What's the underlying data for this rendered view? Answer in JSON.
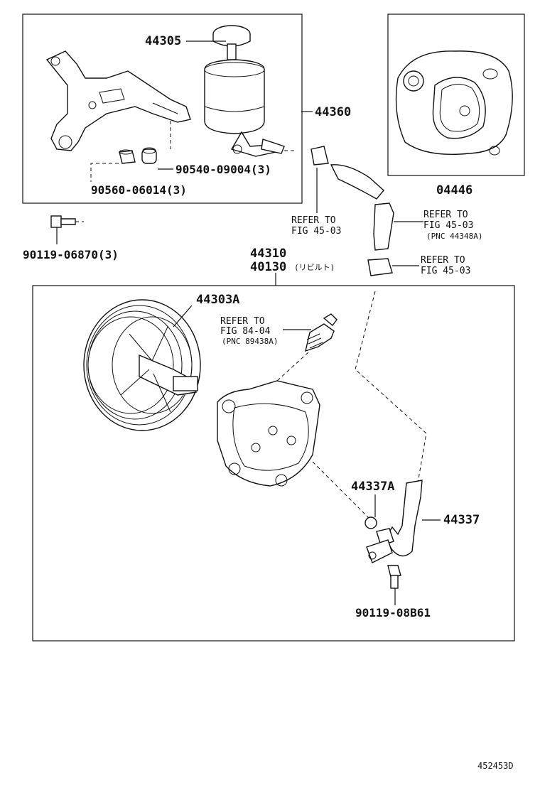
{
  "parts": {
    "p44305": "44305",
    "p44360": "44360",
    "p90540": "90540-09004(3)",
    "p90560": "90560-06014(3)",
    "p04446": "04446",
    "p90119a": "90119-06870(3)",
    "p44310": "44310",
    "p40130": "40130",
    "p40130_note": "(リビルト)",
    "p44303A": "44303A",
    "p44337A": "44337A",
    "p44337": "44337",
    "p90119b": "90119-08B61"
  },
  "refs": {
    "r1_line1": "REFER TO",
    "r1_line2": "FIG 45-03",
    "r2_line1": "REFER TO",
    "r2_line2": "FIG 45-03",
    "r2_line3": "(PNC 44348A)",
    "r3_line1": "REFER TO",
    "r3_line2": "FIG 45-03",
    "r4_line1": "REFER TO",
    "r4_line2": "FIG 84-04",
    "r4_line3": "(PNC 89438A)"
  },
  "figure_id": "452453D"
}
